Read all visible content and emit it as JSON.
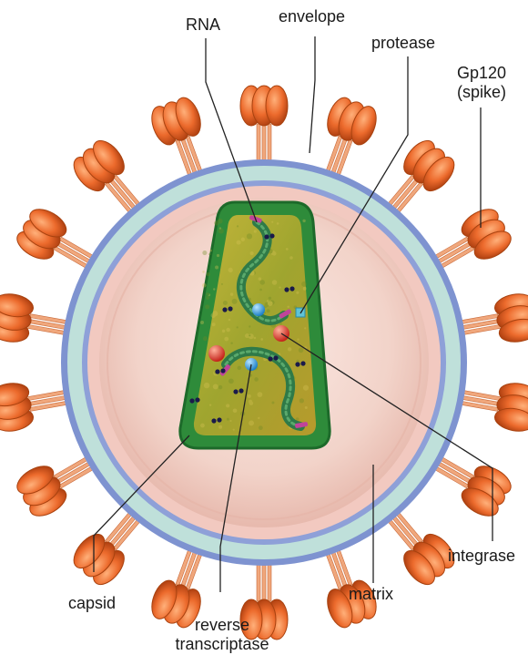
{
  "labels": {
    "rna": "RNA",
    "envelope": "envelope",
    "protease": "protease",
    "gp120_line1": "Gp120",
    "gp120_line2": "(spike)",
    "integrase": "integrase",
    "capsid": "capsid",
    "matrix": "matrix",
    "rt_line1": "reverse",
    "rt_line2": "transcriptase"
  },
  "colors": {
    "spike": "#e8652a",
    "spike_dark": "#b8400f",
    "envelope_outer": "#7e93d0",
    "envelope_band": "#bfe0da",
    "matrix": "#f2c9c0",
    "interior": "#f6dcd4",
    "capsid": "#2e8b3a",
    "capsid_fill": "#a9a832",
    "rna": "#2f7a48",
    "enzyme_blue": "#2f9fe0",
    "enzyme_red": "#e23b2a",
    "protease": "#5fc3d8",
    "leader_line": "#222222"
  }
}
